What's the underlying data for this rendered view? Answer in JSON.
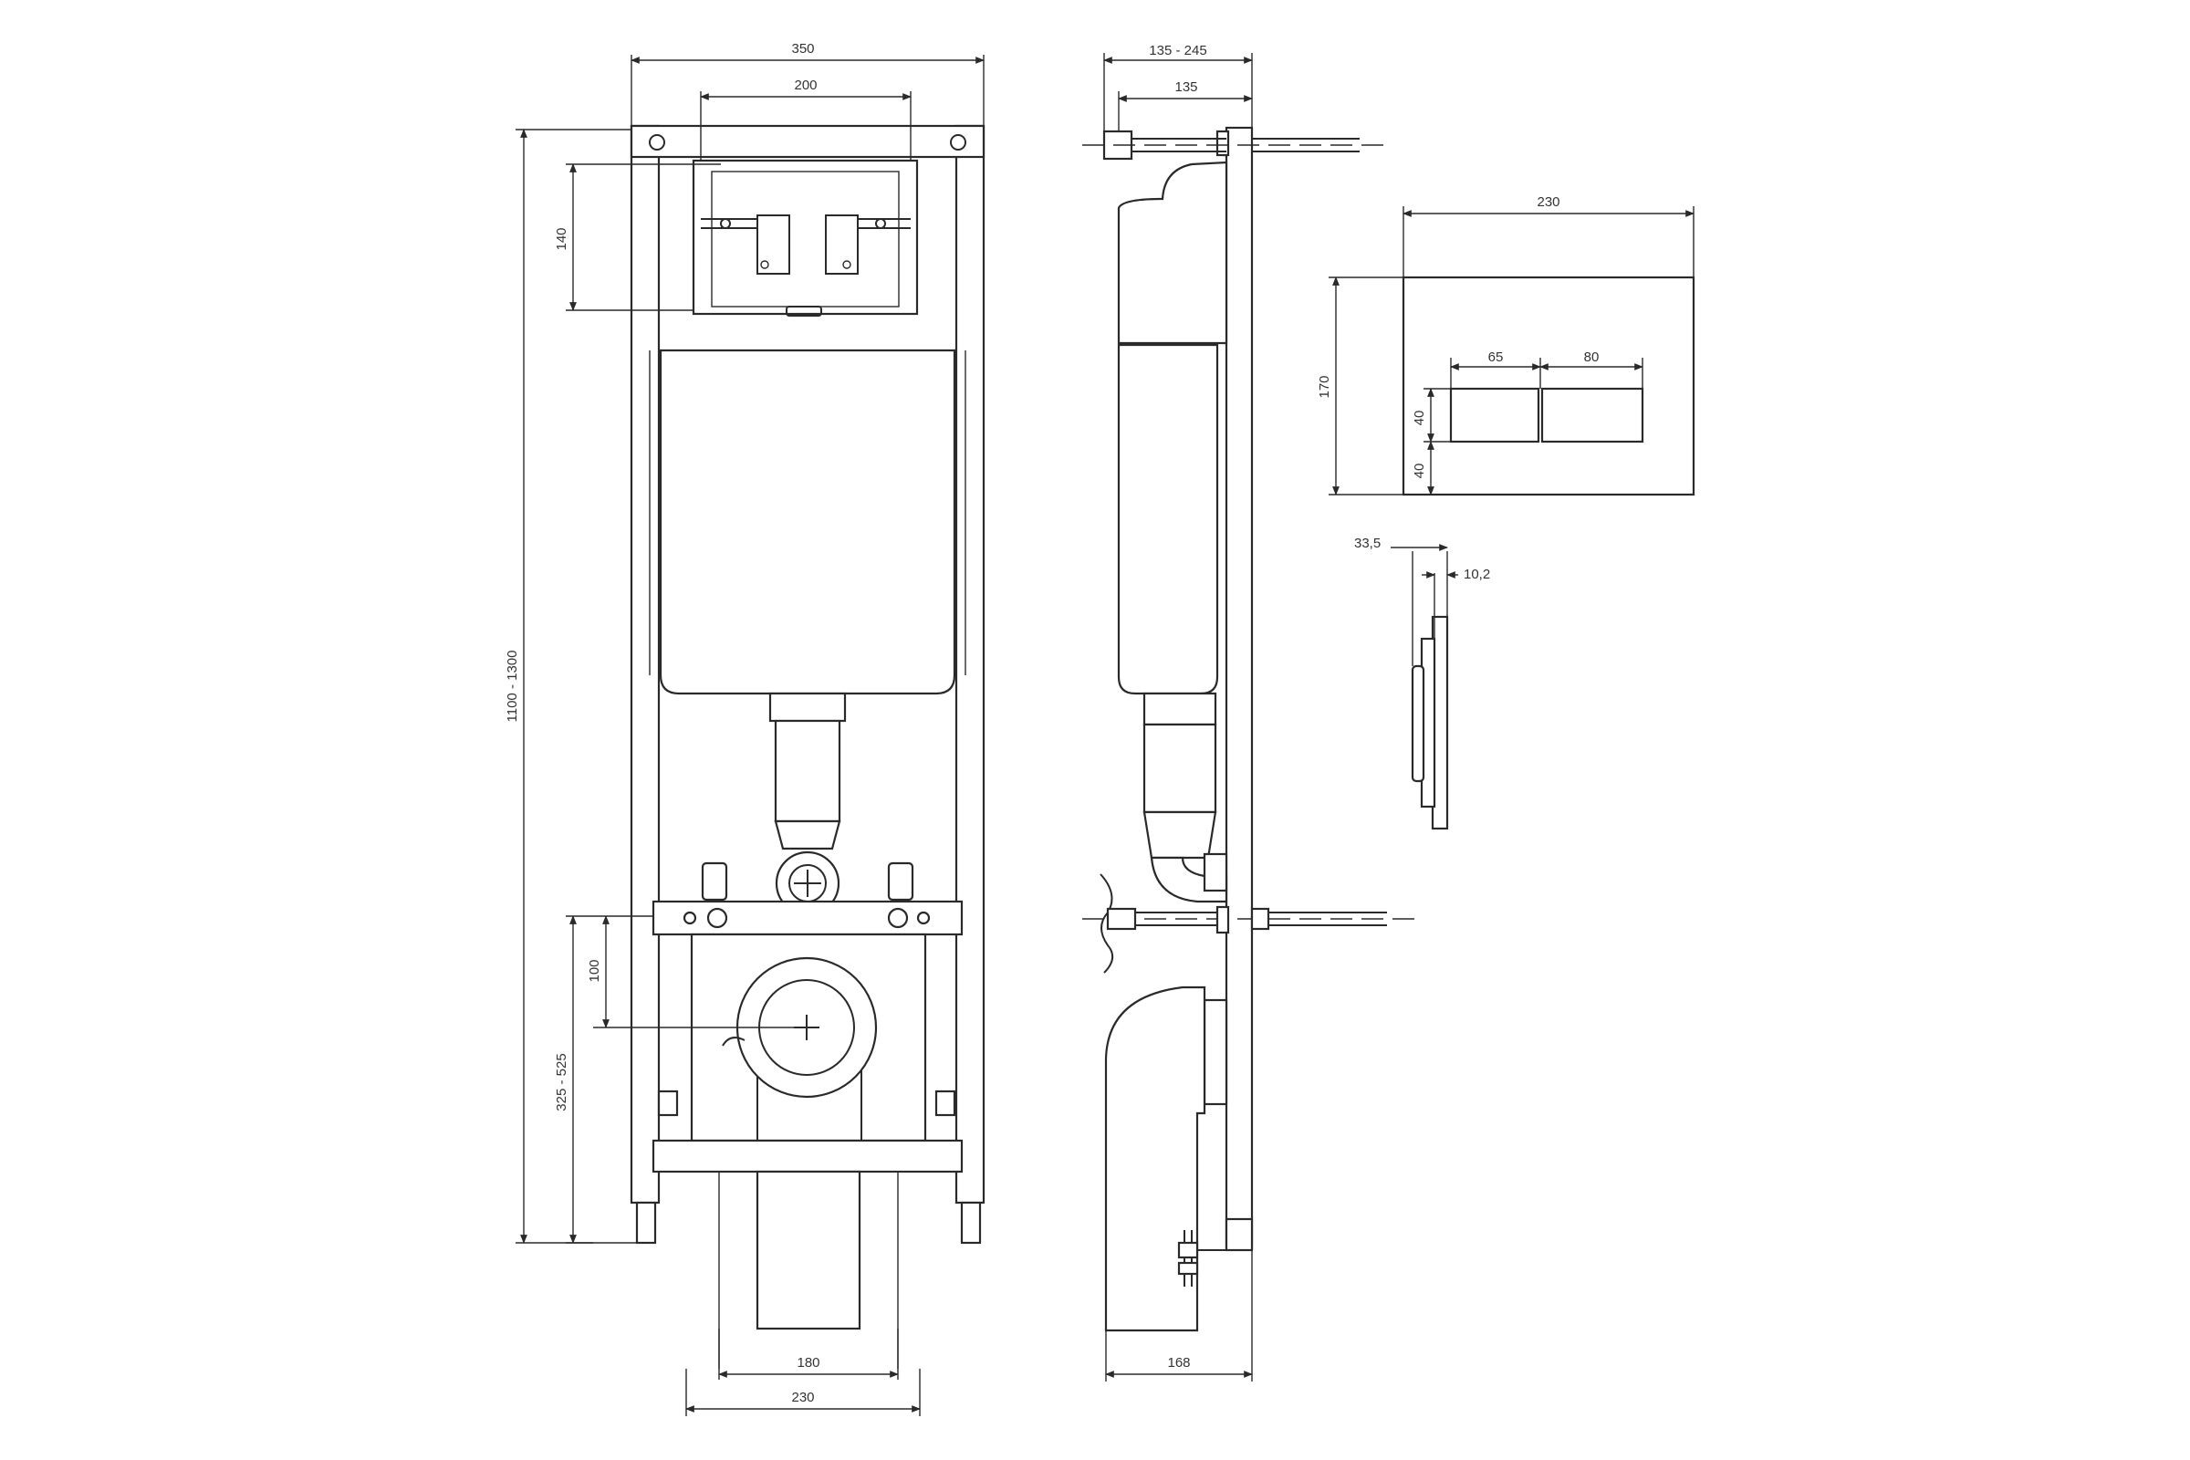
{
  "front_view": {
    "width": "350",
    "top_opening": "200",
    "opening_height": "140",
    "total_height": "1100 - 1300",
    "drain_offset": "100",
    "drain_height": "325 - 525",
    "bottom_inner": "180",
    "bottom_outer": "230"
  },
  "side_view": {
    "depth_range": "135 - 245",
    "depth": "135",
    "bottom_depth": "168"
  },
  "flush_plate": {
    "width": "230",
    "height": "170",
    "button_left": "65",
    "button_right": "80",
    "button_height": "40",
    "button_offset": "40",
    "thickness": "33,5",
    "button_depth": "10,2"
  },
  "colors": {
    "line": "#2a2a2a",
    "text": "#333333",
    "background": "#ffffff"
  }
}
